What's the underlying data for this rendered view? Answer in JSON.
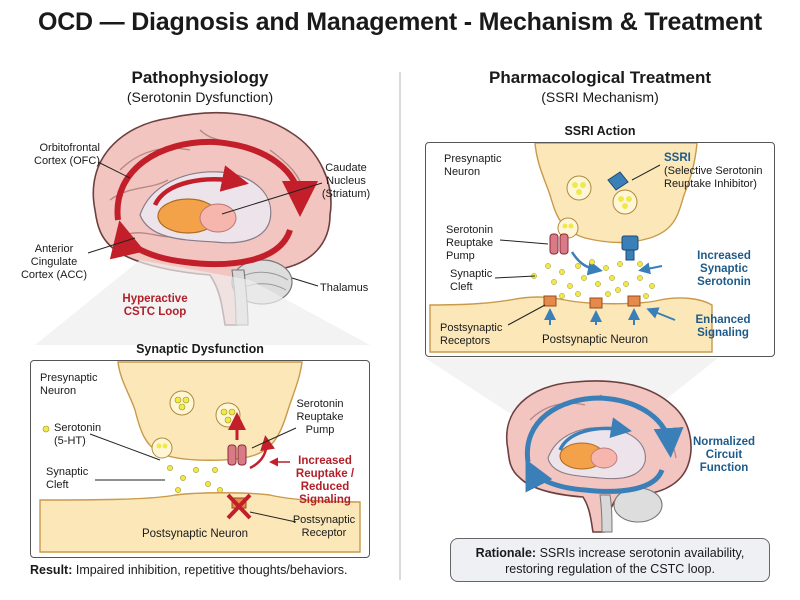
{
  "title": "OCD — Diagnosis and Management - Mechanism & Treatment",
  "left": {
    "title": "Pathophysiology",
    "subtitle": "(Serotonin Dysfunction)",
    "brain_labels": {
      "ofc": "Orbitofrontal Cortex (OFC)",
      "ofc_line1": "Orbitofrontal",
      "ofc_line2": "Cortex (OFC)",
      "acc_line1": "Anterior",
      "acc_line2": "Cingulate",
      "acc_line3": "Cortex (ACC)",
      "caudate_line1": "Caudate",
      "caudate_line2": "Nucleus",
      "caudate_line3": "(Striatum)",
      "thalamus": "Thalamus",
      "loop_line1": "Hyperactive",
      "loop_line2": "CSTC Loop"
    },
    "synapse_panel": {
      "title": "Synaptic Dysfunction",
      "presynaptic_line1": "Presynaptic",
      "presynaptic_line2": "Neuron",
      "serotonin_line1": "Serotonin",
      "serotonin_line2": "(5-HT)",
      "cleft_line1": "Synaptic",
      "cleft_line2": "Cleft",
      "pump_line1": "Serotonin",
      "pump_line2": "Reuptake",
      "pump_line3": "Pump",
      "increased_line1": "Increased",
      "increased_line2": "Reuptake /",
      "increased_line3": "Reduced",
      "increased_line4": "Signaling",
      "receptor_line1": "Postsynaptic",
      "receptor_line2": "Receptor",
      "postsynaptic": "Postsynaptic Neuron"
    },
    "result_label": "Result:",
    "result_text": " Impaired inhibition, repetitive thoughts/behaviors."
  },
  "right": {
    "title": "Pharmacological Treatment",
    "subtitle": "(SSRI Mechanism)",
    "ssri_panel": {
      "title": "SSRI Action",
      "presynaptic_line1": "Presynaptic",
      "presynaptic_line2": "Neuron",
      "ssri_line1": "SSRI",
      "ssri_line2": "(Selective Serotonin",
      "ssri_line3": "Reuptake Inhibitor)",
      "pump_line1": "Serotonin",
      "pump_line2": "Reuptake",
      "pump_line3": "Pump",
      "cleft_line1": "Synaptic",
      "cleft_line2": "Cleft",
      "increased_line1": "Increased",
      "increased_line2": "Synaptic",
      "increased_line3": "Serotonin",
      "receptors_line1": "Postsynaptic",
      "receptors_line2": "Receptors",
      "postsynaptic": "Postsynaptic Neuron",
      "enhanced_line1": "Enhanced",
      "enhanced_line2": "Signaling"
    },
    "normalized_line1": "Normalized",
    "normalized_line2": "Circuit",
    "normalized_line3": "Function",
    "rationale_label": "Rationale:",
    "rationale_text1": " SSRIs increase serotonin availability,",
    "rationale_text2": "restoring regulation of the CSTC loop."
  },
  "colors": {
    "red": "#b3202a",
    "blue": "#1e5b8a",
    "neuron": "#fbe7b8",
    "brain": "#f2c5c0",
    "serotonin": "#f1e94a"
  }
}
